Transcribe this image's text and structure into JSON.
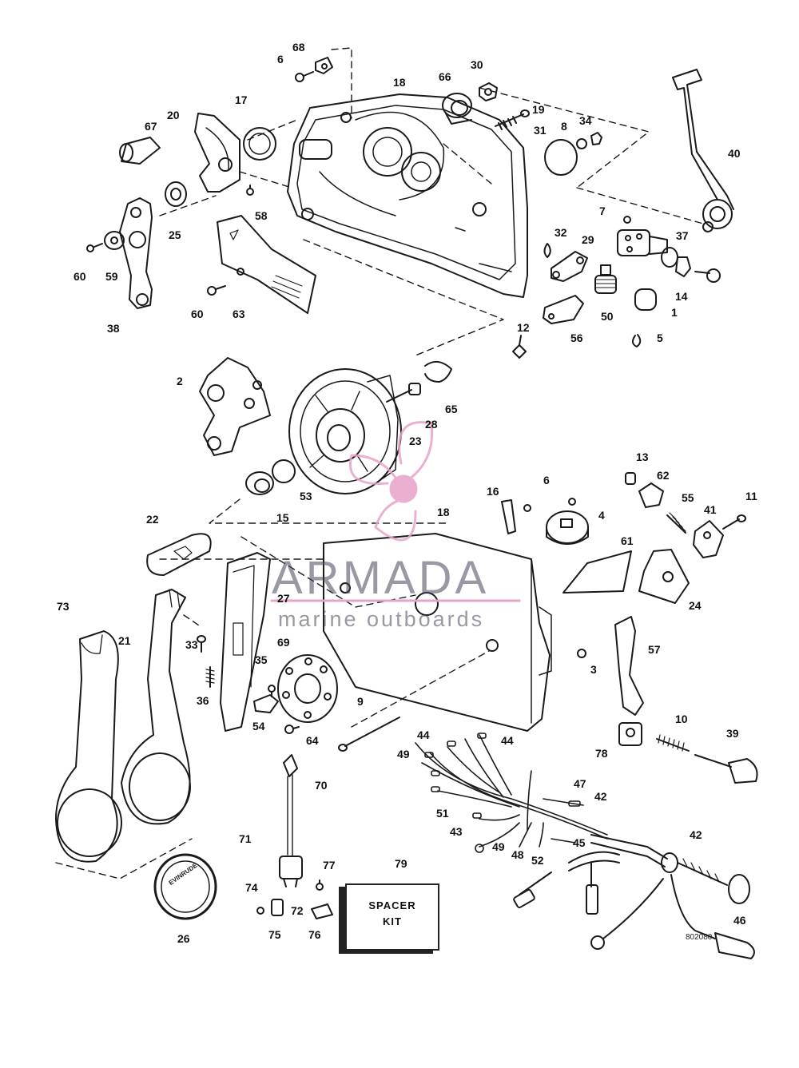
{
  "watermark": {
    "name": "ARMADA",
    "tagline": "marine outboards",
    "accent": "#e8a3c8"
  },
  "spacer_kit": {
    "line1": "SPACER",
    "line2": "KIT"
  },
  "drawing_number": "802080",
  "decal_text": {
    "brand": "EVINRUDE"
  },
  "part_labels": [
    {
      "id": "68",
      "text": "68"
    },
    {
      "id": "6a",
      "text": "6"
    },
    {
      "id": "18a",
      "text": "18"
    },
    {
      "id": "66",
      "text": "66"
    },
    {
      "id": "30",
      "text": "30"
    },
    {
      "id": "19",
      "text": "19"
    },
    {
      "id": "8",
      "text": "8"
    },
    {
      "id": "34",
      "text": "34"
    },
    {
      "id": "31",
      "text": "31"
    },
    {
      "id": "40",
      "text": "40"
    },
    {
      "id": "20",
      "text": "20"
    },
    {
      "id": "17",
      "text": "17"
    },
    {
      "id": "67",
      "text": "67"
    },
    {
      "id": "58",
      "text": "58"
    },
    {
      "id": "25",
      "text": "25"
    },
    {
      "id": "60a",
      "text": "60"
    },
    {
      "id": "59",
      "text": "59"
    },
    {
      "id": "38",
      "text": "38"
    },
    {
      "id": "60b",
      "text": "60"
    },
    {
      "id": "63",
      "text": "63"
    },
    {
      "id": "7",
      "text": "7"
    },
    {
      "id": "37",
      "text": "37"
    },
    {
      "id": "32",
      "text": "32"
    },
    {
      "id": "29",
      "text": "29"
    },
    {
      "id": "14",
      "text": "14"
    },
    {
      "id": "50",
      "text": "50"
    },
    {
      "id": "1",
      "text": "1"
    },
    {
      "id": "56",
      "text": "56"
    },
    {
      "id": "12",
      "text": "12"
    },
    {
      "id": "5",
      "text": "5"
    },
    {
      "id": "2",
      "text": "2"
    },
    {
      "id": "65",
      "text": "65"
    },
    {
      "id": "28",
      "text": "28"
    },
    {
      "id": "23",
      "text": "23"
    },
    {
      "id": "53",
      "text": "53"
    },
    {
      "id": "15",
      "text": "15"
    },
    {
      "id": "13",
      "text": "13"
    },
    {
      "id": "62",
      "text": "62"
    },
    {
      "id": "6b",
      "text": "6"
    },
    {
      "id": "16",
      "text": "16"
    },
    {
      "id": "4",
      "text": "4"
    },
    {
      "id": "55",
      "text": "55"
    },
    {
      "id": "41",
      "text": "41"
    },
    {
      "id": "11",
      "text": "11"
    },
    {
      "id": "18b",
      "text": "18"
    },
    {
      "id": "22",
      "text": "22"
    },
    {
      "id": "61",
      "text": "61"
    },
    {
      "id": "24",
      "text": "24"
    },
    {
      "id": "27",
      "text": "27"
    },
    {
      "id": "73",
      "text": "73"
    },
    {
      "id": "21",
      "text": "21"
    },
    {
      "id": "33",
      "text": "33"
    },
    {
      "id": "36",
      "text": "36"
    },
    {
      "id": "69",
      "text": "69"
    },
    {
      "id": "35",
      "text": "35"
    },
    {
      "id": "54",
      "text": "54"
    },
    {
      "id": "64",
      "text": "64"
    },
    {
      "id": "3",
      "text": "3"
    },
    {
      "id": "57",
      "text": "57"
    },
    {
      "id": "9",
      "text": "9"
    },
    {
      "id": "10",
      "text": "10"
    },
    {
      "id": "39",
      "text": "39"
    },
    {
      "id": "78",
      "text": "78"
    },
    {
      "id": "44a",
      "text": "44"
    },
    {
      "id": "44b",
      "text": "44"
    },
    {
      "id": "49a",
      "text": "49"
    },
    {
      "id": "70",
      "text": "70"
    },
    {
      "id": "47",
      "text": "47"
    },
    {
      "id": "42a",
      "text": "42"
    },
    {
      "id": "51",
      "text": "51"
    },
    {
      "id": "43",
      "text": "43"
    },
    {
      "id": "49b",
      "text": "49"
    },
    {
      "id": "48",
      "text": "48"
    },
    {
      "id": "52",
      "text": "52"
    },
    {
      "id": "45",
      "text": "45"
    },
    {
      "id": "42b",
      "text": "42"
    },
    {
      "id": "71",
      "text": "71"
    },
    {
      "id": "77",
      "text": "77"
    },
    {
      "id": "79",
      "text": "79"
    },
    {
      "id": "74",
      "text": "74"
    },
    {
      "id": "72",
      "text": "72"
    },
    {
      "id": "75",
      "text": "75"
    },
    {
      "id": "76",
      "text": "76"
    },
    {
      "id": "26",
      "text": "26"
    },
    {
      "id": "46",
      "text": "46"
    }
  ]
}
